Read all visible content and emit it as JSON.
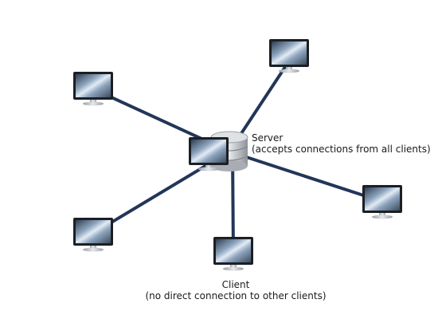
{
  "diagram": {
    "server": {
      "name": "Server",
      "note": "(accepts connections from all clients)",
      "icon": "database-server-icon"
    },
    "client_caption": {
      "name": "Client",
      "note": "(no direct connection to other clients)"
    },
    "client_icon": "monitor-icon",
    "clients": [
      {
        "id": "top-right"
      },
      {
        "id": "top-left"
      },
      {
        "id": "center"
      },
      {
        "id": "right"
      },
      {
        "id": "bottom-left"
      },
      {
        "id": "bottom"
      }
    ],
    "colors": {
      "connection": "#223659",
      "monitor_frame": "#1b1f24",
      "screen_light": "#c9d7e6",
      "screen_dark": "#2f3d4f",
      "server_body": "#c4c7cc"
    }
  }
}
